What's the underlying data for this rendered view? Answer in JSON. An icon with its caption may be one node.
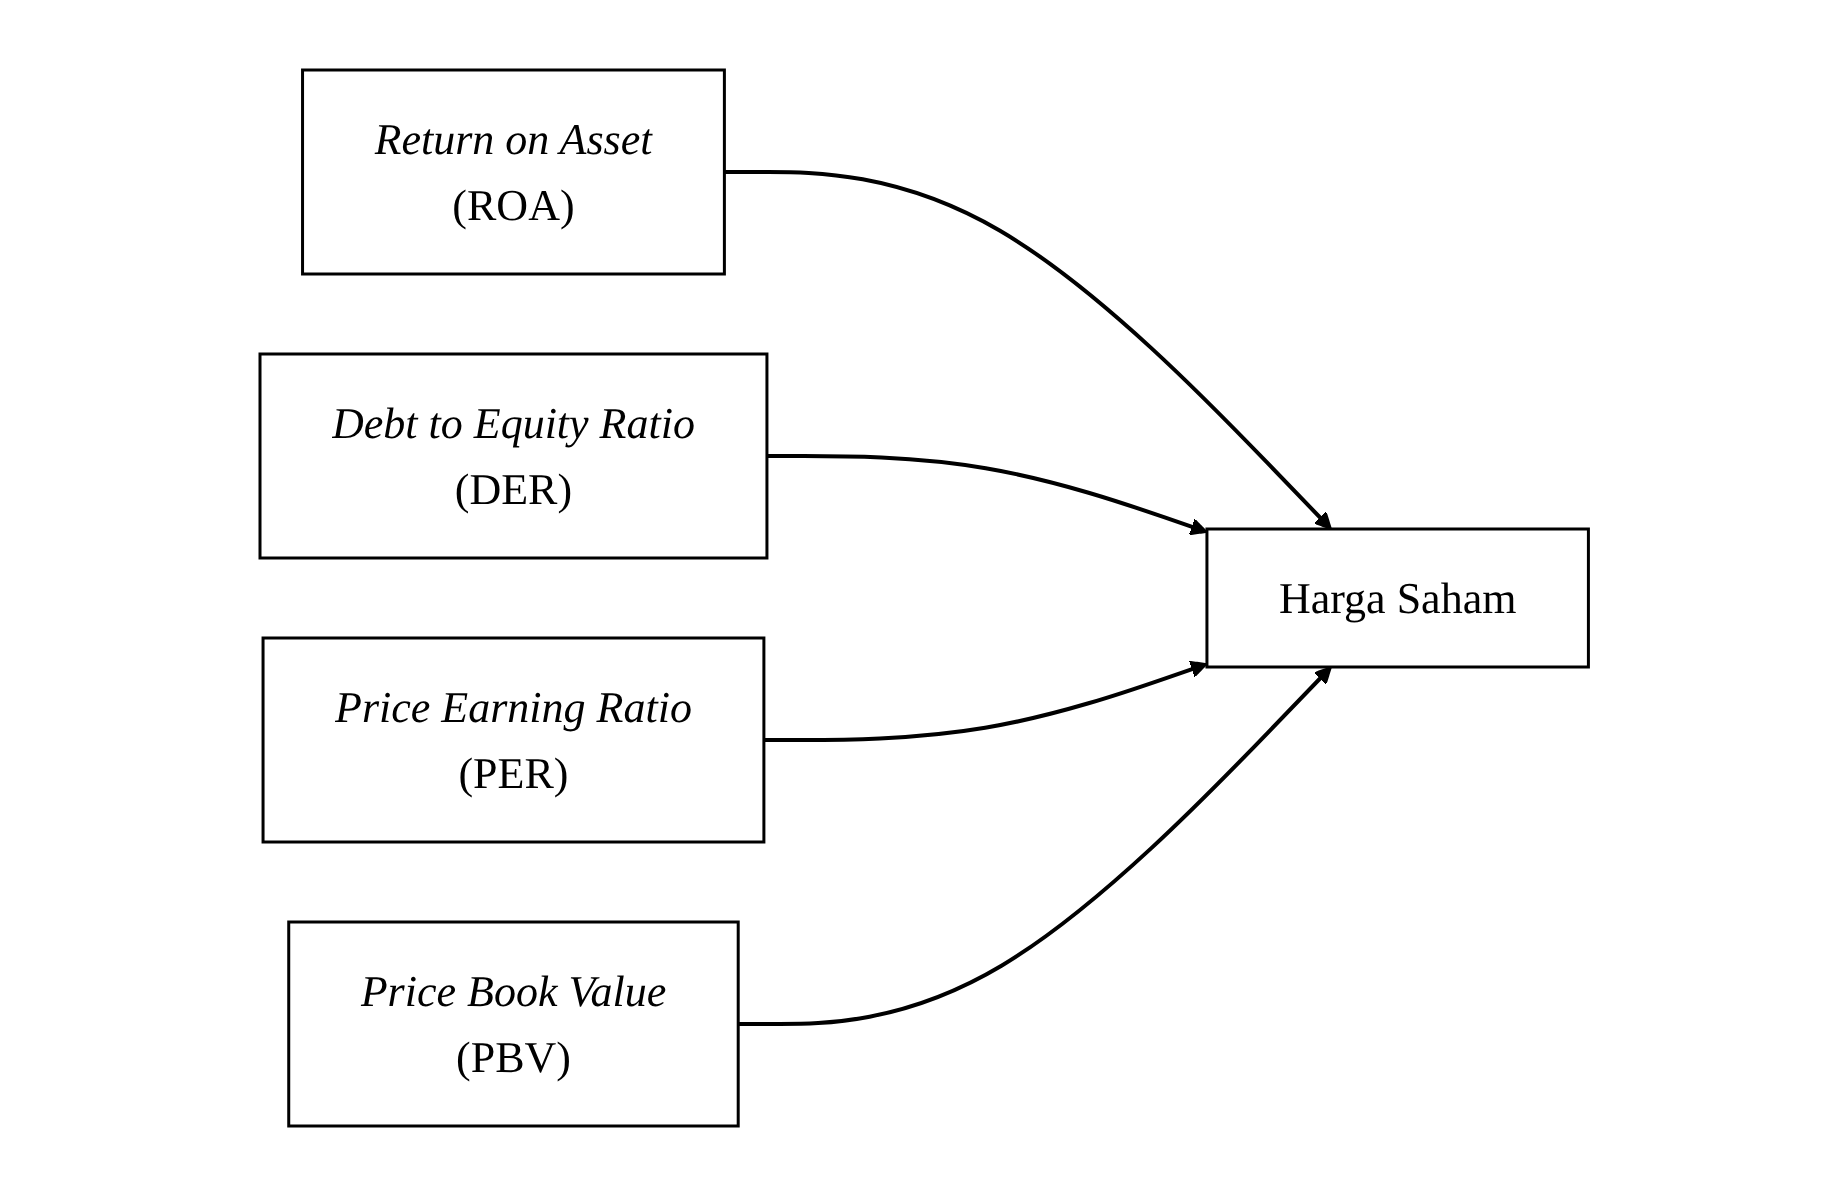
{
  "diagram": {
    "nodes": [
      {
        "text": [
          "Return on Asset",
          "(ROA)"
        ]
      },
      {
        "text": [
          "Debt to Equity Ratio",
          "(DER)"
        ]
      },
      {
        "text": [
          "Price Earning Ratio",
          "(PER)"
        ]
      },
      {
        "text": [
          "Price Book Value",
          "(PBV)"
        ]
      },
      {
        "text": [
          "Harga Saham"
        ]
      }
    ],
    "edges": [
      {
        "from": 0,
        "to": 4,
        "arrow": "to"
      },
      {
        "from": 1,
        "to": 4,
        "arrow": "to"
      },
      {
        "from": 2,
        "to": 4,
        "arrow": "to"
      },
      {
        "from": 3,
        "to": 4,
        "arrow": "to"
      }
    ]
  }
}
